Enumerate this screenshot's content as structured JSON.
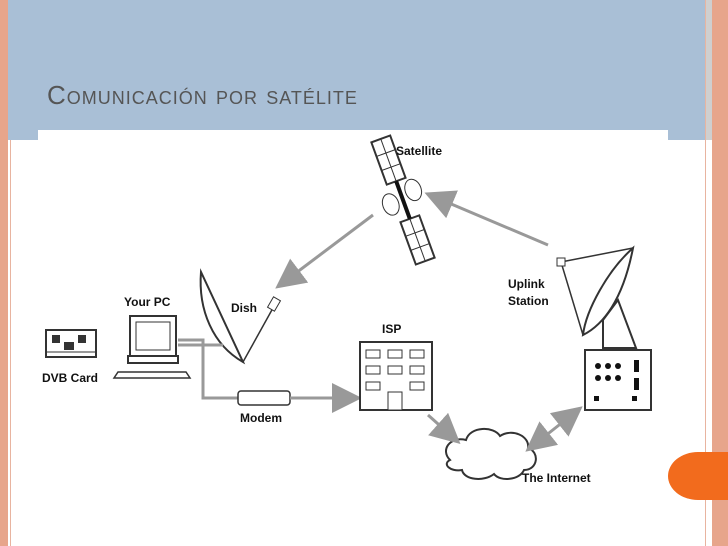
{
  "slide": {
    "title": "Comunicación por satélite"
  },
  "diagram": {
    "labels": {
      "satellite": "Satellite",
      "your_pc": "Your PC",
      "dish": "Dish",
      "dvb_card": "DVB Card",
      "isp": "ISP",
      "modem": "Modem",
      "uplink_line1": "Uplink",
      "uplink_line2": "Station",
      "internet": "The Internet"
    }
  },
  "colors": {
    "frame": "#e7a58b",
    "title_band": "#a9bfd6",
    "accent": "#f26b1d"
  }
}
